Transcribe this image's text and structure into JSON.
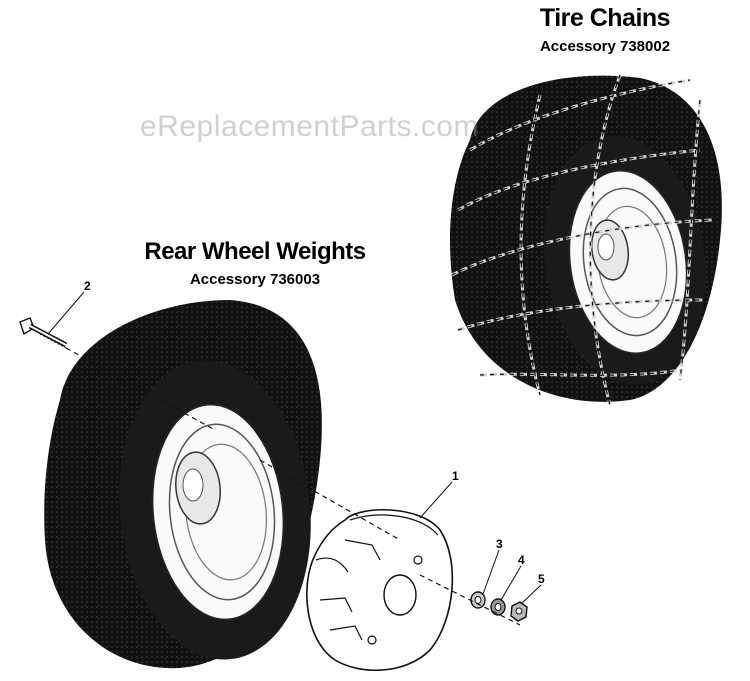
{
  "watermark": "eReplacementParts.com",
  "tire_chains": {
    "title": "Tire Chains",
    "subtitle": "Accessory 738002"
  },
  "rear_wheel_weights": {
    "title": "Rear Wheel Weights",
    "subtitle": "Accessory 736003"
  },
  "callouts": {
    "c1": "1",
    "c2": "2",
    "c3": "3",
    "c4": "4",
    "c5": "5"
  }
}
